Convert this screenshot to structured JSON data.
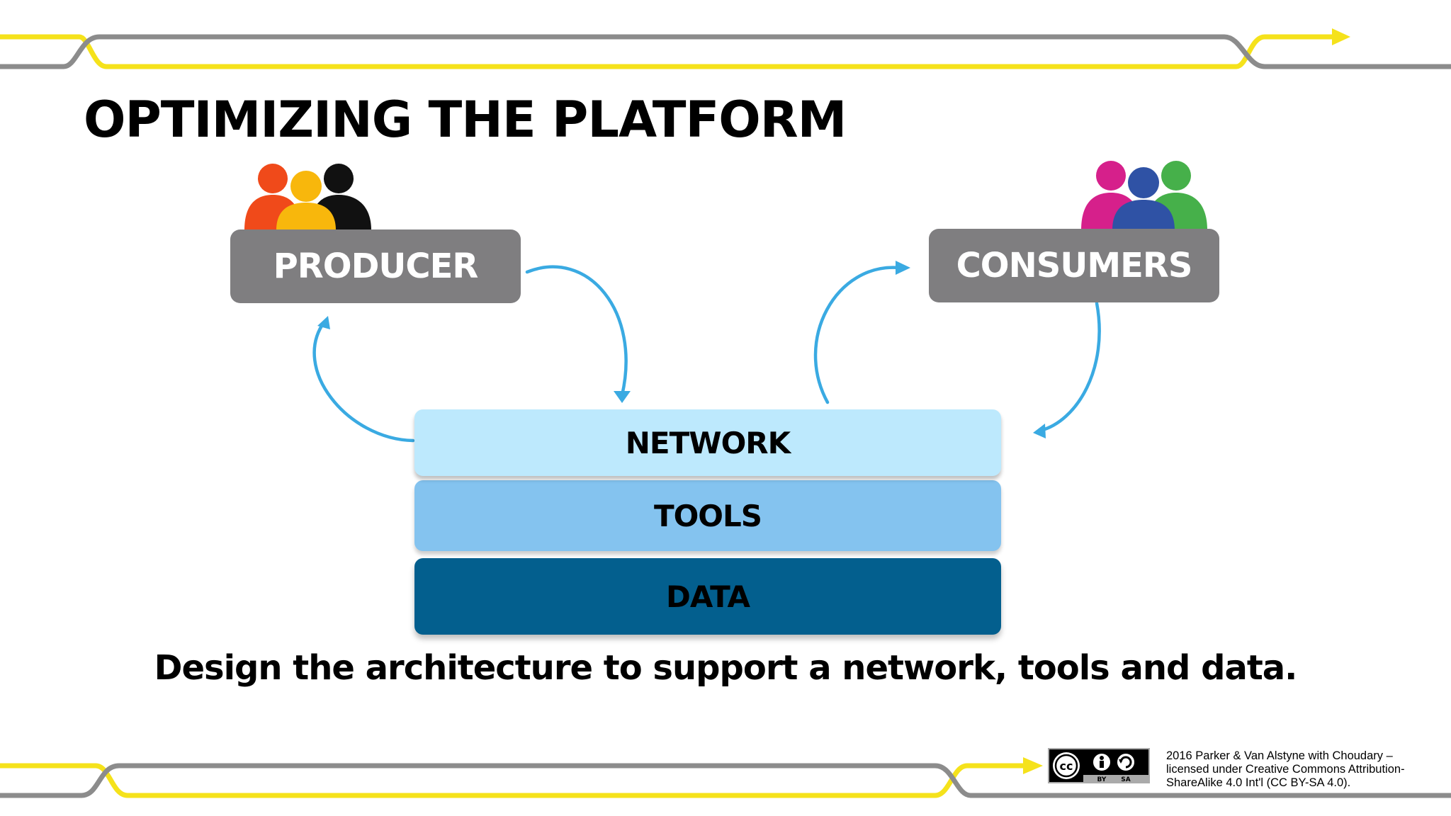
{
  "title": "OPTIMIZING THE PLATFORM",
  "producer": {
    "label": "PRODUCER"
  },
  "consumers": {
    "label": "CONSUMERS"
  },
  "layers": {
    "network": "NETWORK",
    "tools": "TOOLS",
    "data": "DATA"
  },
  "caption": "Design the architecture to support a network, tools and data.",
  "license": {
    "line1": "2016  Parker & Van Alstyne with Choudary –",
    "line2": "licensed under Creative Commons Attribution-",
    "line3": "ShareAlike 4.0 Int'l (CC BY-SA 4.0).",
    "badge_cc": "cc",
    "badge_by": "BY",
    "badge_sa": "SA"
  },
  "colors": {
    "gray_line": "#8c8c8c",
    "yellow_line": "#f5e21b",
    "arrow_blue": "#3aaae2",
    "box_gray": "#7f7e80",
    "network": "#bde9fd",
    "tools": "#84c3ef",
    "data": "#035f8e"
  },
  "icons": {
    "producer_people": "people-group-icon",
    "consumer_people": "people-group-icon",
    "cycle_arrows": "curved-arrow-icon",
    "license": "creative-commons-icon"
  }
}
